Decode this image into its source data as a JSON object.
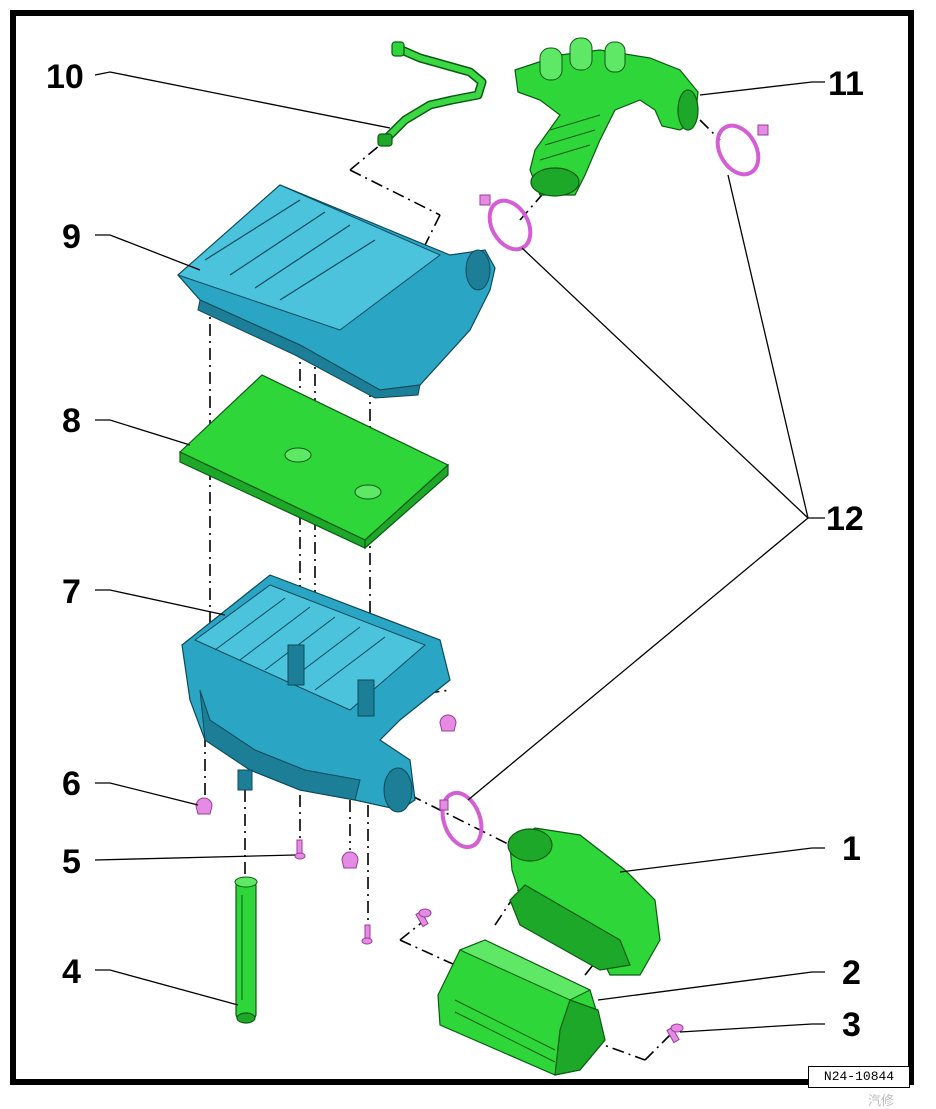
{
  "callouts": {
    "c1": "1",
    "c2": "2",
    "c3": "3",
    "c4": "4",
    "c5": "5",
    "c6": "6",
    "c7": "7",
    "c8": "8",
    "c9": "9",
    "c10": "10",
    "c11": "11",
    "c12": "12"
  },
  "reference_code": "N24-10844",
  "watermark": "汽修",
  "colors": {
    "green_parts": "#2fd63a",
    "blue_parts": "#2aa6c4",
    "clamps": "#d45fd4"
  }
}
